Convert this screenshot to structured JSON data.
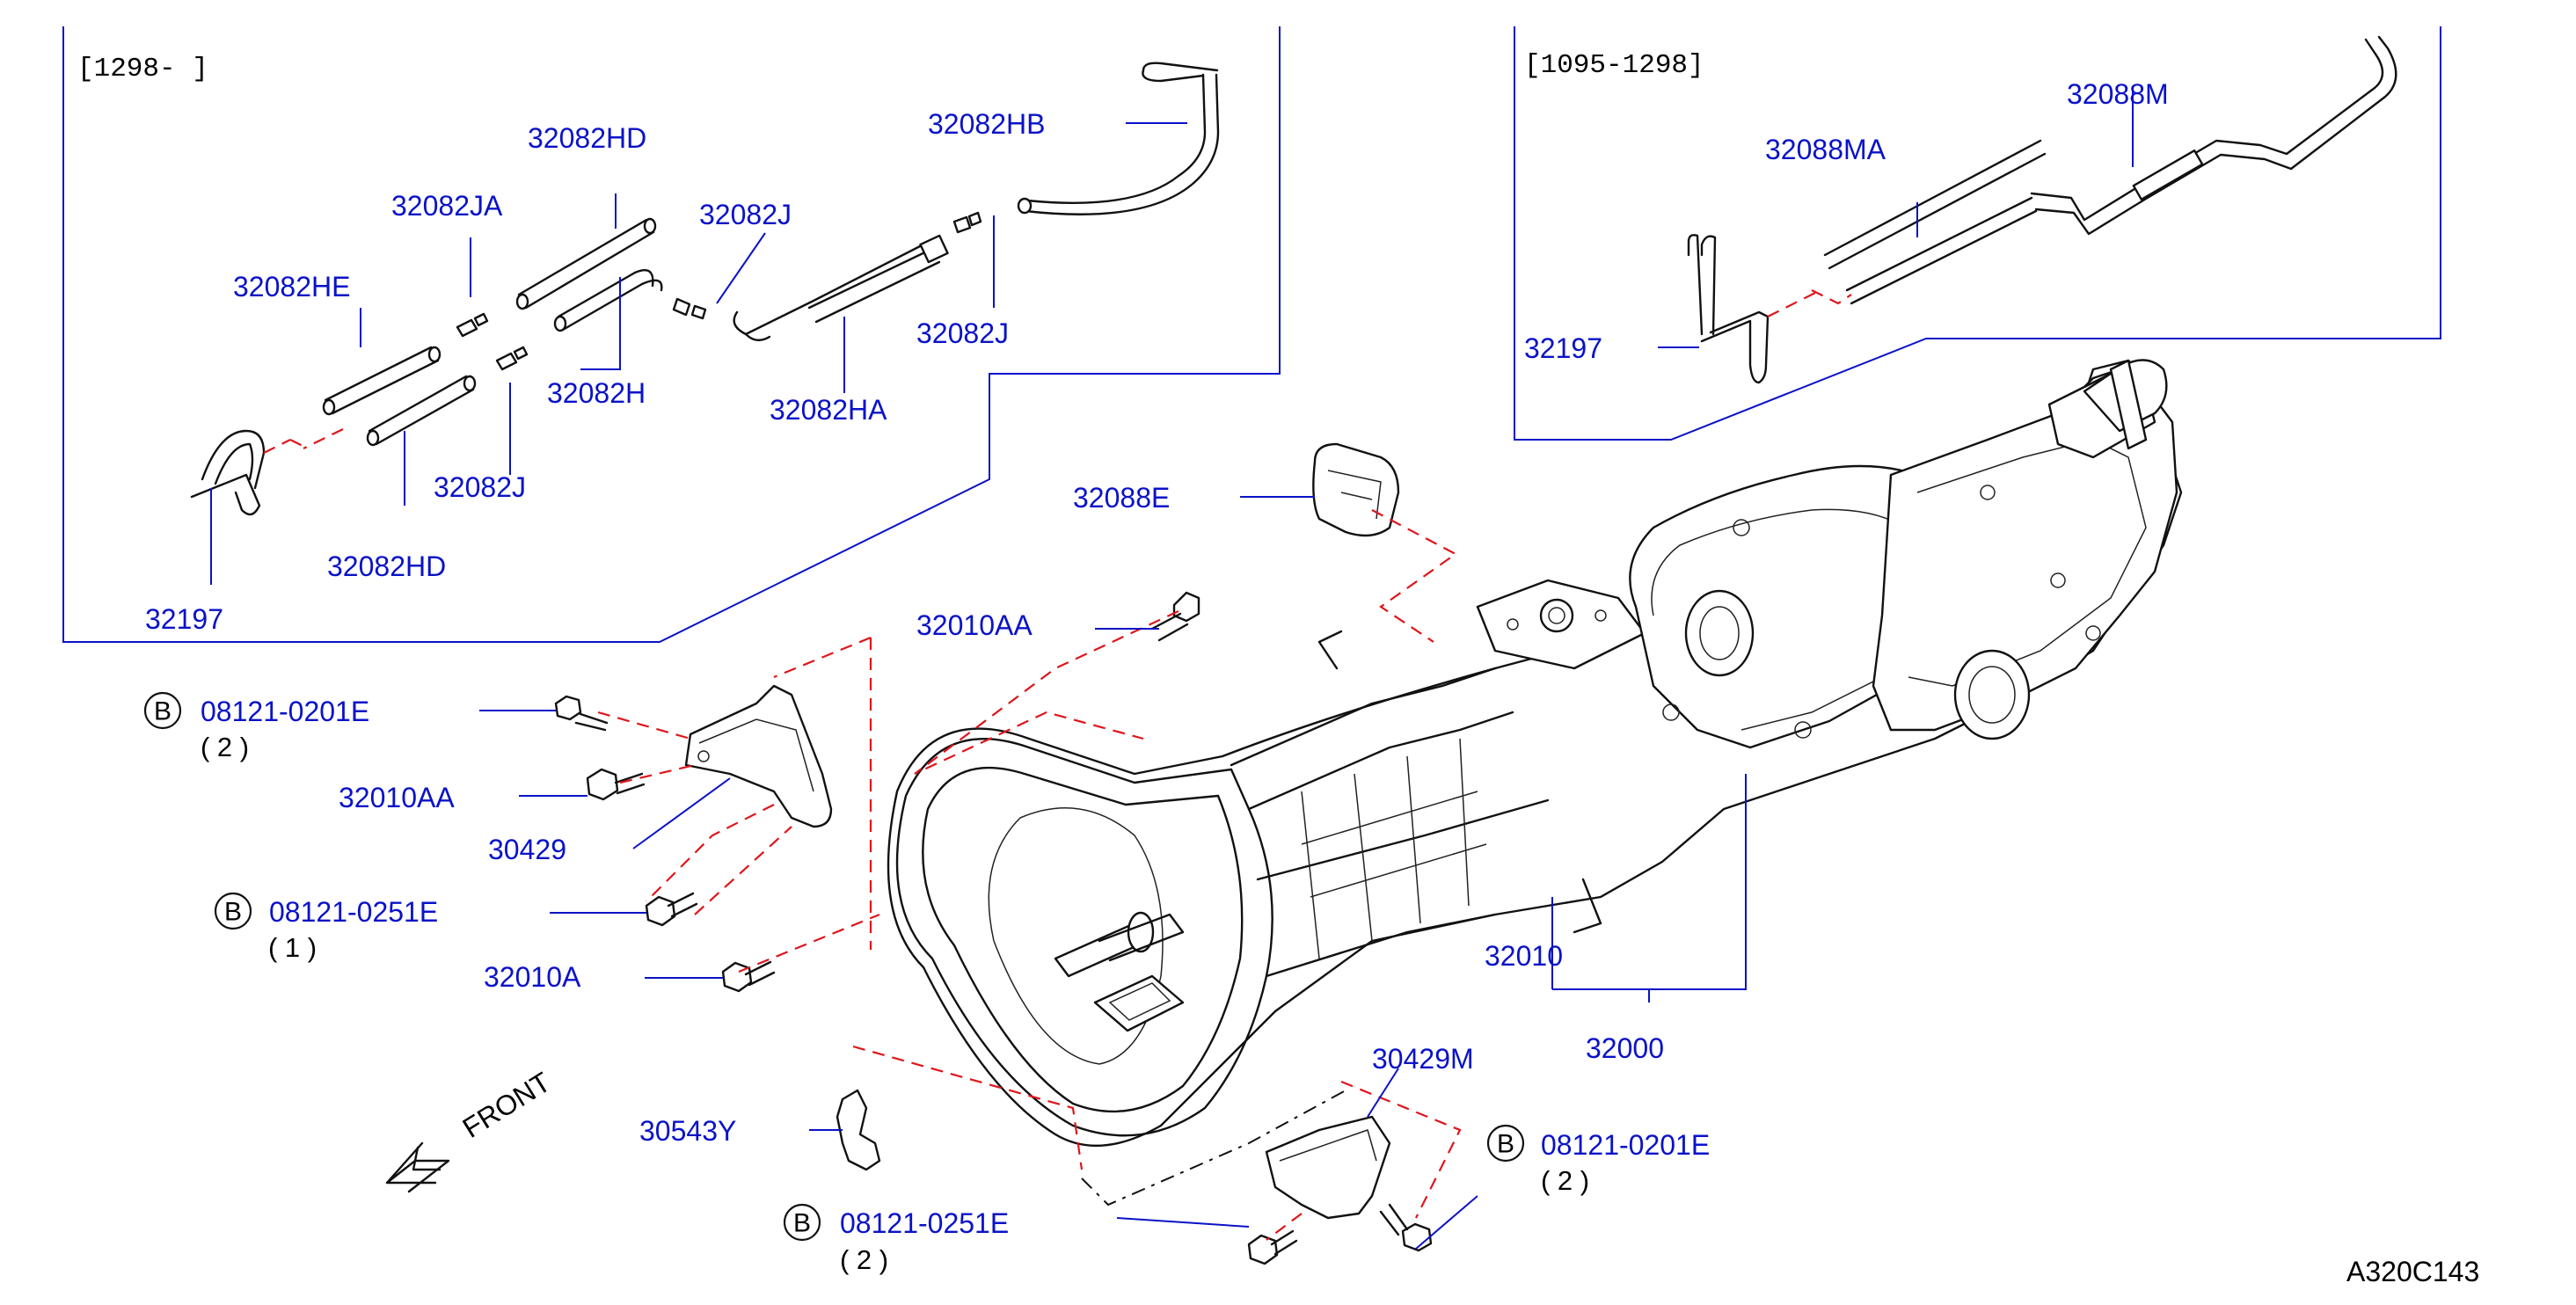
{
  "ranges": {
    "left": "[1298-                  ]",
    "right": "[1095-1298]"
  },
  "labels": {
    "l_32082HB": "32082HB",
    "l_32082HD_top": "32082HD",
    "l_32082JA": "32082JA",
    "l_32082J_a": "32082J",
    "l_32082HE": "32082HE",
    "l_32082J_b": "32082J",
    "l_32082H": "32082H",
    "l_32082HA": "32082HA",
    "l_32082J_c": "32082J",
    "l_32082HD_bot": "32082HD",
    "l_32197_left": "32197",
    "l_32088MA": "32088MA",
    "l_32088M": "32088M",
    "l_32197_right": "32197",
    "l_32088E": "32088E",
    "l_32010AA_top": "32010AA",
    "l_08121_0201E_a": "08121-0201E",
    "l_32010AA_mid": "32010AA",
    "l_30429": "30429",
    "l_08121_0251E_a": "08121-0251E",
    "l_32010A": "32010A",
    "l_32010": "32010",
    "l_32000": "32000",
    "l_30429M": "30429M",
    "l_08121_0201E_b": "08121-0201E",
    "l_30543Y": "30543Y",
    "l_08121_0251E_b": "08121-0251E"
  },
  "quantities": {
    "q1": "( 2 )",
    "q2": "( 1 )",
    "q3": "( 2 )",
    "q4": "( 2 )"
  },
  "bolt_marker": "B",
  "front_label": "FRONT",
  "ref_code": "A320C143",
  "colors": {
    "part_number": "#0a12c8",
    "dashed_guide": "#e0151b",
    "line_art": "#111111"
  }
}
